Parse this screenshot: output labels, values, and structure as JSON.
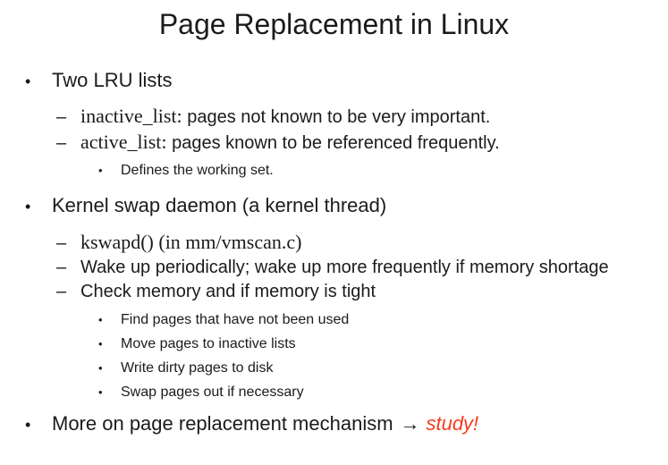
{
  "slide": {
    "title": "Page Replacement in Linux",
    "colors": {
      "text": "#1b1b1b",
      "red": "#f43b1e"
    },
    "markers": {
      "level1": "•",
      "level2": "–",
      "level3": "•"
    },
    "lines": [
      {
        "level": 1,
        "text": "Two LRU lists"
      },
      {
        "level": 2,
        "code": "inactive_list:",
        "text": "pages not known to be very important."
      },
      {
        "level": 2,
        "code": "active_list:",
        "text": "pages known to be referenced frequently."
      },
      {
        "level": 3,
        "text": "Defines the working set."
      },
      {
        "level": 1,
        "text": "Kernel swap daemon (a kernel thread)"
      },
      {
        "level": 2,
        "code": "kswapd() (in mm/vmscan.c)"
      },
      {
        "level": 2,
        "text": "Wake up periodically; wake up more frequently if memory shortage"
      },
      {
        "level": 2,
        "text": "Check memory and if memory is tight"
      },
      {
        "level": 3,
        "text": "Find pages that have not been used"
      },
      {
        "level": 3,
        "text": "Move pages to inactive lists"
      },
      {
        "level": 3,
        "text": "Write dirty pages to disk"
      },
      {
        "level": 3,
        "text": "Swap pages out if necessary"
      },
      {
        "level": 1,
        "text": "More on page replacement mechanism",
        "arrow": "→",
        "emphasis": "study!"
      }
    ]
  }
}
